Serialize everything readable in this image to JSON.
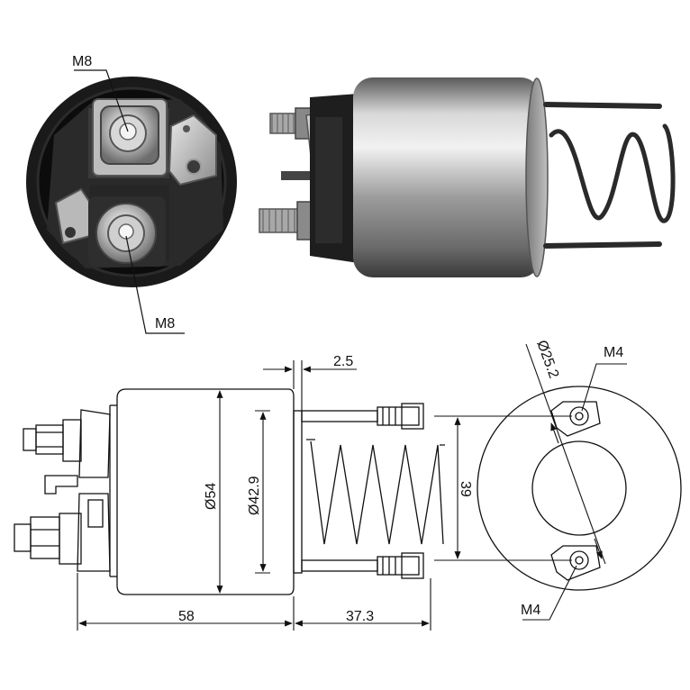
{
  "labels": {
    "thread_upper_photo": "M8",
    "thread_lower_photo": "M8",
    "thread_upper_drawing": "M4",
    "thread_lower_drawing": "M4"
  },
  "dimensions": {
    "body_diameter": "Ø54",
    "inner_diameter": "Ø42.9",
    "flange_thickness": "2.5",
    "body_length": "58",
    "spring_length": "37.3",
    "bolt_spacing": "39",
    "bolt_circle_diameter": "Ø25.2"
  },
  "colors": {
    "metal_body": "#8a8a8a",
    "dark_cap": "#1e1e1e",
    "line": "#111111"
  }
}
